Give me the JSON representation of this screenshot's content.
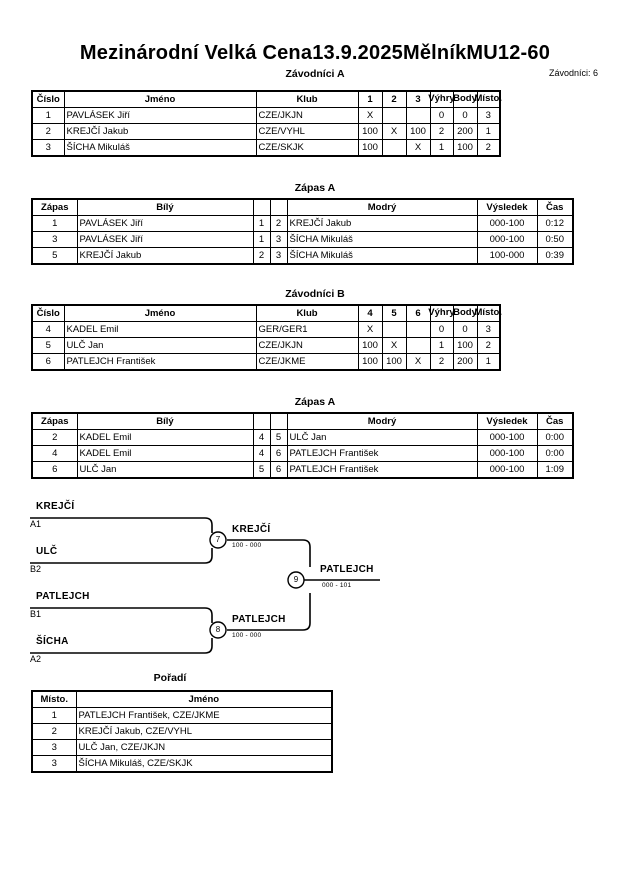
{
  "header": {
    "title_event": "Mezinárodní Velká Cena",
    "title_date": "13.9.2025",
    "title_city": "Mělník",
    "title_category": "MU12-60",
    "entrants_label": "Závodníci: 6"
  },
  "group_a": {
    "caption": "Závodníci A",
    "columns": [
      "Číslo",
      "Jméno",
      "Klub",
      "1",
      "2",
      "3",
      "Výhry",
      "Body",
      "Místo."
    ],
    "rows": [
      {
        "number": "1",
        "name": "PAVLÁSEK Jiří",
        "club": "CZE/JKJN",
        "m1": "X",
        "m2": "",
        "m3": "",
        "wins": "0",
        "points": "0",
        "place": "3"
      },
      {
        "number": "2",
        "name": "KREJČÍ Jakub",
        "club": "CZE/VYHL",
        "m1": "100",
        "m2": "X",
        "m3": "100",
        "wins": "2",
        "points": "200",
        "place": "1"
      },
      {
        "number": "3",
        "name": "ŠÍCHA Mikuláš",
        "club": "CZE/SKJK",
        "m1": "100",
        "m2": "",
        "m3": "X",
        "wins": "1",
        "points": "100",
        "place": "2"
      }
    ]
  },
  "matches_a": {
    "caption": "Zápas A",
    "columns": [
      "Zápas",
      "Bílý",
      "",
      "",
      "Modrý",
      "Výsledek",
      "Čas"
    ],
    "rows": [
      {
        "match": "1",
        "white": "PAVLÁSEK Jiří",
        "white_bold": false,
        "wn": "1",
        "bn": "2",
        "blue": "KREJČÍ Jakub",
        "blue_bold": true,
        "result": "000-100",
        "time": "0:12"
      },
      {
        "match": "3",
        "white": "PAVLÁSEK Jiří",
        "white_bold": false,
        "wn": "1",
        "bn": "3",
        "blue": "ŠÍCHA Mikuláš",
        "blue_bold": true,
        "result": "000-100",
        "time": "0:50"
      },
      {
        "match": "5",
        "white": "KREJČÍ Jakub",
        "white_bold": true,
        "wn": "2",
        "bn": "3",
        "blue": "ŠÍCHA Mikuláš",
        "blue_bold": false,
        "result": "100-000",
        "time": "0:39"
      }
    ]
  },
  "group_b": {
    "caption": "Závodníci B",
    "columns": [
      "Číslo",
      "Jméno",
      "Klub",
      "4",
      "5",
      "6",
      "Výhry",
      "Body",
      "Místo."
    ],
    "rows": [
      {
        "number": "4",
        "name": "KADEL Emil",
        "club": "GER/GER1",
        "m1": "X",
        "m2": "",
        "m3": "",
        "wins": "0",
        "points": "0",
        "place": "3"
      },
      {
        "number": "5",
        "name": "ULČ Jan",
        "club": "CZE/JKJN",
        "m1": "100",
        "m2": "X",
        "m3": "",
        "wins": "1",
        "points": "100",
        "place": "2"
      },
      {
        "number": "6",
        "name": "PATLEJCH František",
        "club": "CZE/JKME",
        "m1": "100",
        "m2": "100",
        "m3": "X",
        "wins": "2",
        "points": "200",
        "place": "1"
      }
    ]
  },
  "matches_b": {
    "caption": "Zápas A",
    "columns": [
      "Zápas",
      "Bílý",
      "",
      "",
      "Modrý",
      "Výsledek",
      "Čas"
    ],
    "rows": [
      {
        "match": "2",
        "white": "KADEL Emil",
        "white_bold": false,
        "wn": "4",
        "bn": "5",
        "blue": "ULČ Jan",
        "blue_bold": true,
        "result": "000-100",
        "time": "0:00"
      },
      {
        "match": "4",
        "white": "KADEL Emil",
        "white_bold": false,
        "wn": "4",
        "bn": "6",
        "blue": "PATLEJCH František",
        "blue_bold": true,
        "result": "000-100",
        "time": "0:00"
      },
      {
        "match": "6",
        "white": "ULČ Jan",
        "white_bold": false,
        "wn": "5",
        "bn": "6",
        "blue": "PATLEJCH František",
        "blue_bold": true,
        "result": "000-100",
        "time": "1:09"
      }
    ]
  },
  "bracket": {
    "entries": [
      {
        "name": "KREJČÍ",
        "seed": "A1"
      },
      {
        "name": "ULČ",
        "seed": "B2"
      },
      {
        "name": "PATLEJCH",
        "seed": "B1"
      },
      {
        "name": "ŠÍCHA",
        "seed": "A2"
      }
    ],
    "semifinal_1": {
      "number": "7",
      "winner": "KREJČÍ",
      "score": "100 - 000"
    },
    "semifinal_2": {
      "number": "8",
      "winner": "PATLEJCH",
      "score": "100 - 000"
    },
    "final": {
      "number": "9",
      "winner": "PATLEJCH",
      "score": "000 - 101"
    }
  },
  "standings": {
    "caption": "Pořadí",
    "columns": [
      "Místo.",
      "Jméno"
    ],
    "rows": [
      {
        "place": "1",
        "name": "PATLEJCH František, CZE/JKME"
      },
      {
        "place": "2",
        "name": "KREJČÍ Jakub, CZE/VYHL"
      },
      {
        "place": "3",
        "name": "ULČ Jan, CZE/JKJN"
      },
      {
        "place": "3",
        "name": "ŠÍCHA Mikuláš, CZE/SKJK"
      }
    ]
  }
}
